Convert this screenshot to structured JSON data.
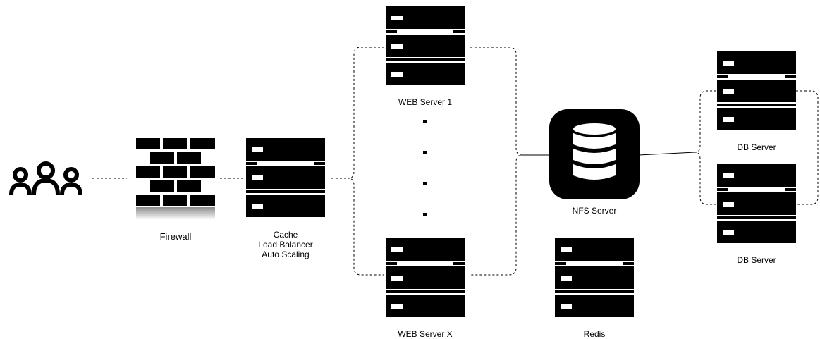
{
  "labels": {
    "firewall": "Firewall",
    "cache_lines": [
      "Cache",
      "Load Balancer",
      "Auto Scaling"
    ],
    "web_server_1": "WEB Server 1",
    "web_server_x": "WEB Server X",
    "nfs_server": "NFS Server",
    "redis": "Redis",
    "db_server_1": "DB Server",
    "db_server_2": "DB Server"
  },
  "icons": {
    "users": "users-group-icon",
    "firewall": "brick-wall-icon",
    "server": "server-rack-icon",
    "database": "database-cylinder-icon",
    "ellipsis": "vertical-ellipsis-icon"
  },
  "colors": {
    "icon": "#000000",
    "line": "#000000",
    "background": "#ffffff"
  }
}
